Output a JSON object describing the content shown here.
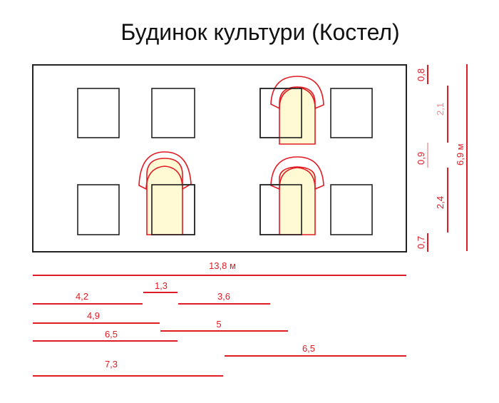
{
  "title": "Будинок культури  (Костел)",
  "colors": {
    "outline": "#222222",
    "dimension": "#e01b24",
    "dimension_faded": "#f08a8f",
    "door_fill": "#fff8cc",
    "arch_stroke": "#e01b24"
  },
  "facade": {
    "windows_top_row": 4,
    "windows_bottom_row": 4,
    "arched_doors": 3
  },
  "vertical_dimensions": {
    "segment_1": "0,8",
    "segment_2": "2,1",
    "segment_3": "0,9",
    "segment_4": "2,4",
    "segment_5": "0,7",
    "total": "6,9 м"
  },
  "horizontal_dimensions": {
    "total": "13,8 м",
    "d1_3": "1,3",
    "d4_2": "4,2",
    "d3_6": "3,6",
    "d4_9": "4,9",
    "d5": "5",
    "d6_5_left": "6,5",
    "d6_5_right": "6,5",
    "d7_3": "7,3"
  }
}
